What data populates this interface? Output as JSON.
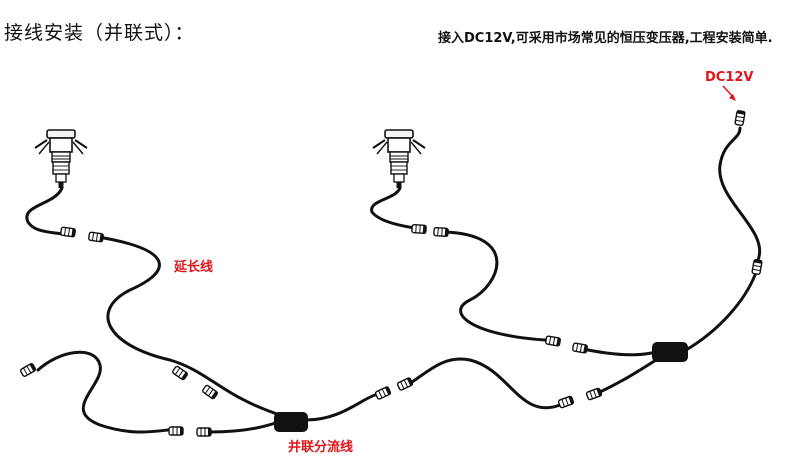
{
  "title": "接线安装（并联式）：",
  "note": "接入DC12V,可采用市场常见的恒压变压器,工程安装简单.",
  "labels": {
    "extension_cable": "延长线",
    "parallel_splitter": "并联分流线",
    "power_input": "DC12V"
  },
  "colors": {
    "label_red": "#e0141b",
    "cable": "#111111"
  },
  "icons": [
    "downlight-fixture-icon",
    "downlight-fixture-icon",
    "connector-plug-icon",
    "splitter-box-icon",
    "arrow-icon"
  ]
}
